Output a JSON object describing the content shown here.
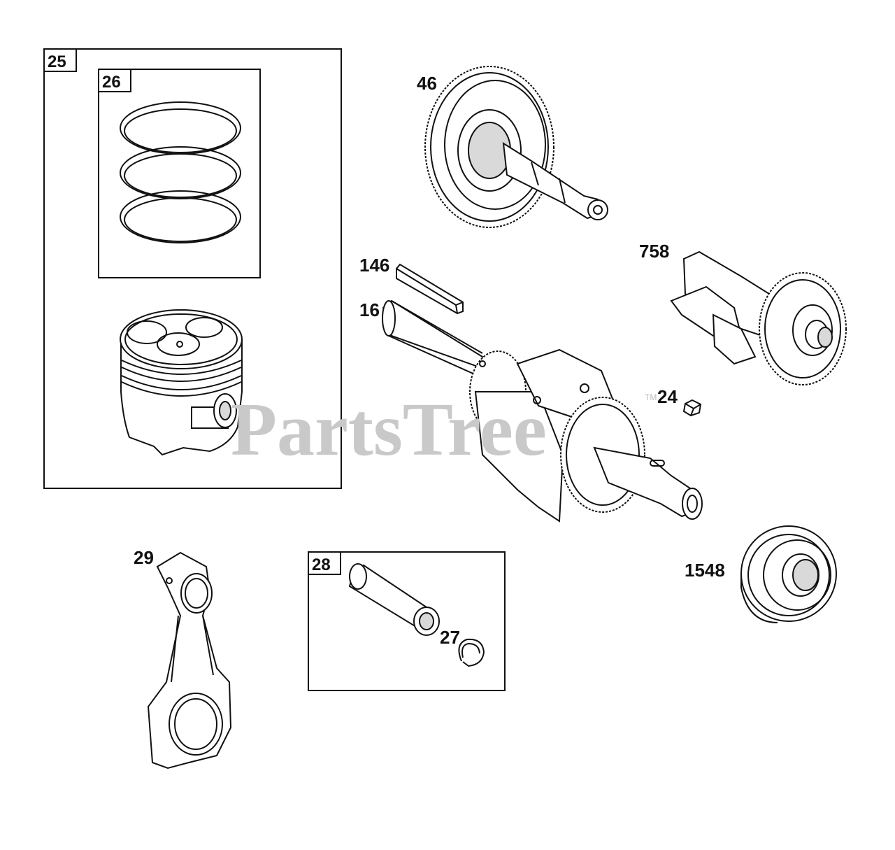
{
  "watermark": {
    "text": "PartsTree",
    "trademark": "TM"
  },
  "callouts": {
    "c25": "25",
    "c26": "26",
    "c46": "46",
    "c146": "146",
    "c16": "16",
    "c758": "758",
    "c24": "24",
    "c29": "29",
    "c28": "28",
    "c27": "27",
    "c1548": "1548"
  }
}
